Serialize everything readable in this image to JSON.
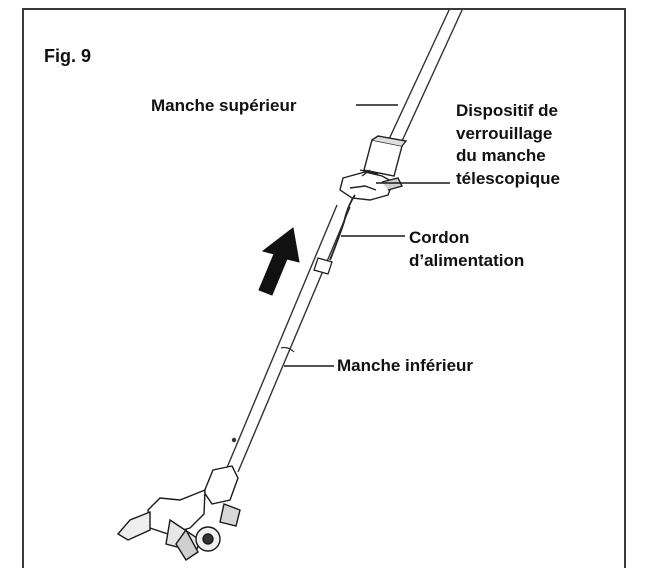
{
  "figure": {
    "title": "Fig. 9"
  },
  "labels": {
    "upper_handle": "Manche supérieur",
    "lock_device": [
      "Dispositif de",
      "verrouillage",
      "du manche",
      "télescopique"
    ],
    "power_cord": [
      "Cordon",
      "d’alimentation"
    ],
    "lower_handle": "Manche inférieur"
  },
  "colors": {
    "ink": "#111111",
    "line": "#3a3a3a",
    "background": "#ffffff"
  }
}
